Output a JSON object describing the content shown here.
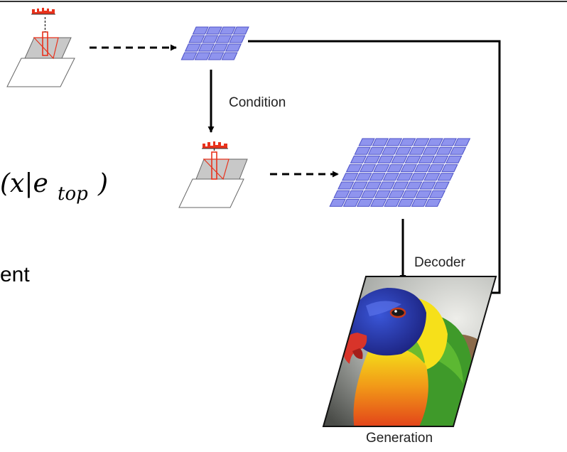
{
  "labels": {
    "condition": "Condition",
    "decoder": "Decoder",
    "generation": "Generation"
  },
  "left_text": {
    "formula_main": "(x|e",
    "formula_sub": "top",
    "formula_close": ")",
    "fragment": "ent"
  },
  "colors": {
    "grid_fill": "#8f94ee",
    "grid_stroke": "#4d52c8",
    "histogram": "#e8321c",
    "arrow": "#000000"
  },
  "icons": {
    "generation_image": "rainbow-lorikeet-parrot"
  }
}
